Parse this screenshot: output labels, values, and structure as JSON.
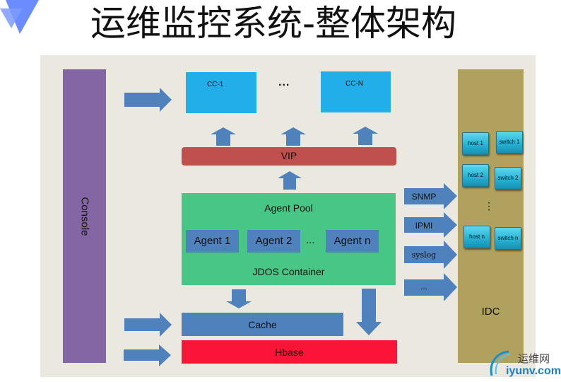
{
  "slide": {
    "title": "运维监控系统-整体架构",
    "logo_icon": "triangle-logo-icon"
  },
  "diagram": {
    "console": {
      "label": "Console"
    },
    "cc_nodes": [
      {
        "label": "CC-1"
      },
      {
        "label": "CC-N"
      }
    ],
    "cc_ellipsis": "...",
    "vip": {
      "label": "VIP"
    },
    "agent_pool": {
      "title": "Agent Pool",
      "container_label": "JDOS Container",
      "agents": [
        {
          "label": "Agent 1"
        },
        {
          "label": "Agent 2"
        },
        {
          "label": "Agent n"
        }
      ],
      "ellipsis": "..."
    },
    "cache": {
      "label": "Cache"
    },
    "hbase": {
      "label": "Hbase"
    },
    "protocols": [
      {
        "label": "SNMP"
      },
      {
        "label": "IPMI"
      },
      {
        "label": "syslog"
      },
      {
        "label": "..."
      }
    ],
    "idc": {
      "label": "IDC",
      "devices": [
        {
          "label": "host 1"
        },
        {
          "label": "switch 1"
        },
        {
          "label": "host 2"
        },
        {
          "label": "switch 2"
        },
        {
          "label": "host n"
        },
        {
          "label": "switch n"
        }
      ],
      "ellipsis": "⋮"
    },
    "colors": {
      "panel": "#ebe8df",
      "console": "#8466a5",
      "cc": "#22aee8",
      "vip": "#c0504d",
      "agent_pool": "#48c685",
      "agent": "#4f81bd",
      "cache": "#4f81bd",
      "hbase": "#fa1437",
      "idc": "#b1a15e",
      "arrow": "#4f81bd"
    }
  },
  "watermark": {
    "cn": "运维网",
    "domain": "iyunv.com"
  }
}
